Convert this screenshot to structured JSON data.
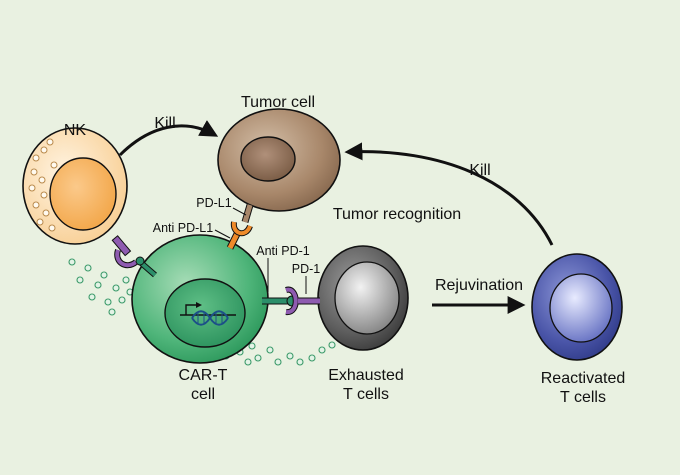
{
  "labels": {
    "tumor_cell": "Tumor cell",
    "nk": "NK",
    "kill_left": "Kill",
    "kill_right": "Kill",
    "pd_l1": "PD-L1",
    "anti_pd_l1": "Anti PD-L1",
    "tumor_recognition": "Tumor recognition",
    "anti_pd_1": "Anti PD-1",
    "pd_1": "PD-1",
    "rejuvination": "Rejuvination",
    "car_t_line1": "CAR-T",
    "car_t_line2": "cell",
    "exhausted_line1": "Exhausted",
    "exhausted_line2": "T cells",
    "reactivated_line1": "Reactivated",
    "reactivated_line2": "T cells"
  },
  "colors": {
    "background": "#e9f1e1",
    "tumor": "#a8876a",
    "nk": "#fcd9a4",
    "car_t": "#4fb57a",
    "exhausted": "#6b6b6b",
    "reactivated": "#4a55a8",
    "pd1": "#8e5bb0",
    "anti_pd_l1": "#ef8a2a",
    "antibody_teal": "#2c8f6a"
  }
}
